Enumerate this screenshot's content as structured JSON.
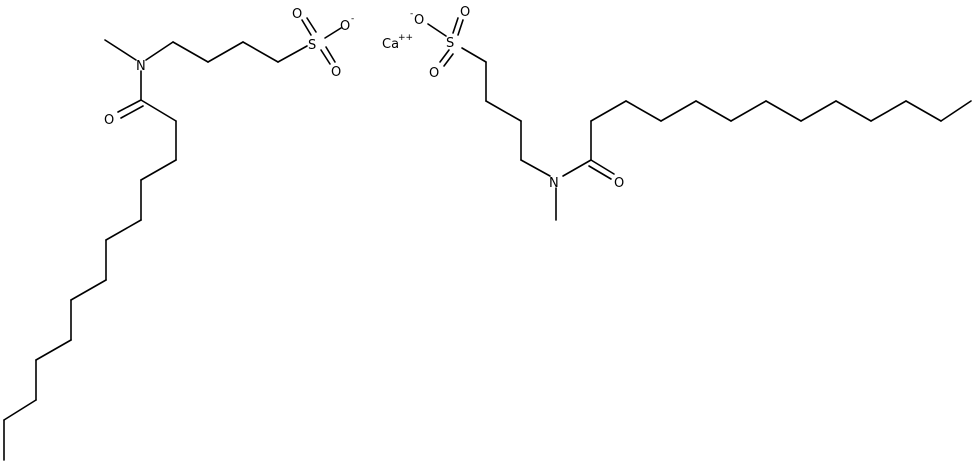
{
  "labels": {
    "n_left": "N",
    "o_left": "O",
    "s_left": "S",
    "so_left_1": "O",
    "so_left_2": "O",
    "so_left_3": "O",
    "charge_left": "-",
    "ca": "Ca",
    "ca_charge": "++",
    "s_right": "S",
    "so_right_1": "O",
    "so_right_2": "O",
    "so_right_3": "O",
    "charge_right": "-",
    "n_right": "N",
    "o_right": "O"
  },
  "colors": {
    "ink": "#000000",
    "paper": "#ffffff"
  }
}
